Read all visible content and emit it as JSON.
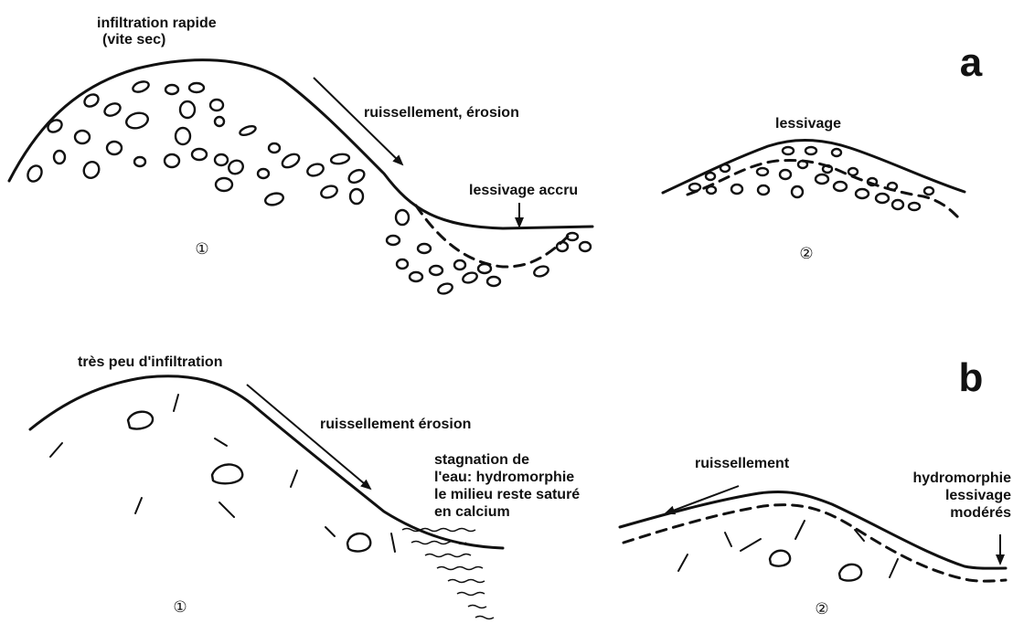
{
  "panel_a": {
    "letter": "a",
    "diagram_1": {
      "number": "①",
      "crest_label_line1": "infiltration rapide",
      "crest_label_line2": "(vite sec)",
      "slope_label": "ruissellement, érosion",
      "valley_label": "lessivage accru"
    },
    "diagram_2": {
      "number": "②",
      "crest_label": "lessivage"
    }
  },
  "panel_b": {
    "letter": "b",
    "diagram_1": {
      "number": "①",
      "crest_label": "très peu d'infiltration",
      "slope_label": "ruissellement érosion",
      "note_lines": [
        "stagnation de",
        "l'eau: hydromorphie",
        "le milieu reste saturé",
        "en calcium"
      ]
    },
    "diagram_2": {
      "number": "②",
      "slope_label": "ruissellement",
      "right_lines": [
        "hydromorphie",
        "lessivage",
        "modérés"
      ]
    }
  }
}
